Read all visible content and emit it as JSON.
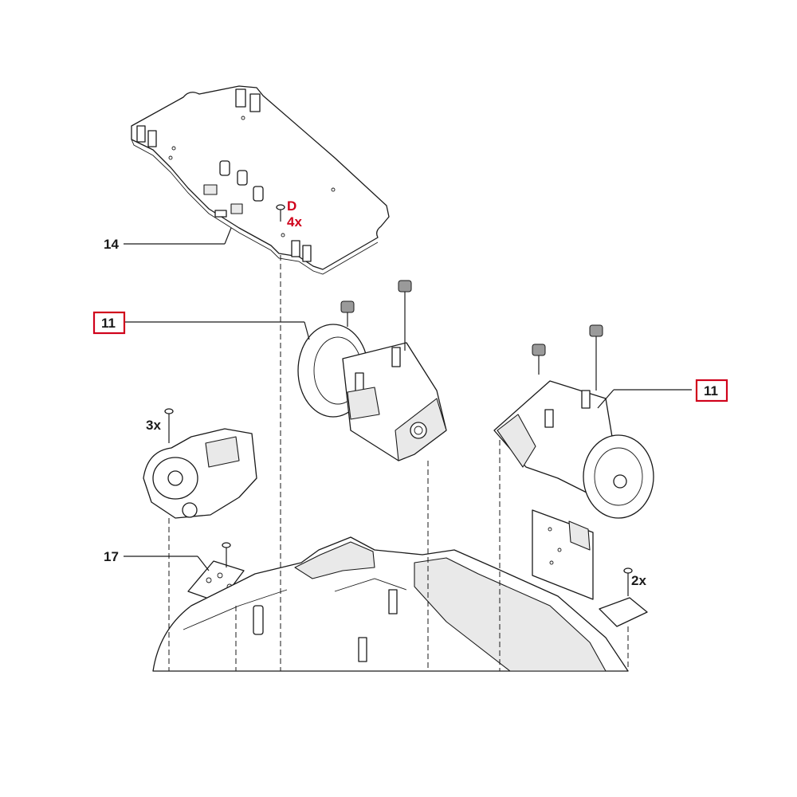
{
  "colors": {
    "highlight_red": "#d0021b",
    "line": "#1a1a1a",
    "background": "#ffffff"
  },
  "callouts": {
    "pcb_board": "14",
    "motor_left": "11",
    "motor_right": "11",
    "gearbox_sensor": "17",
    "fastener_letter": "D",
    "fastener_qty_d": "4x",
    "fastener_qty_gearbox": "3x",
    "fastener_qty_small_board": "2x"
  }
}
